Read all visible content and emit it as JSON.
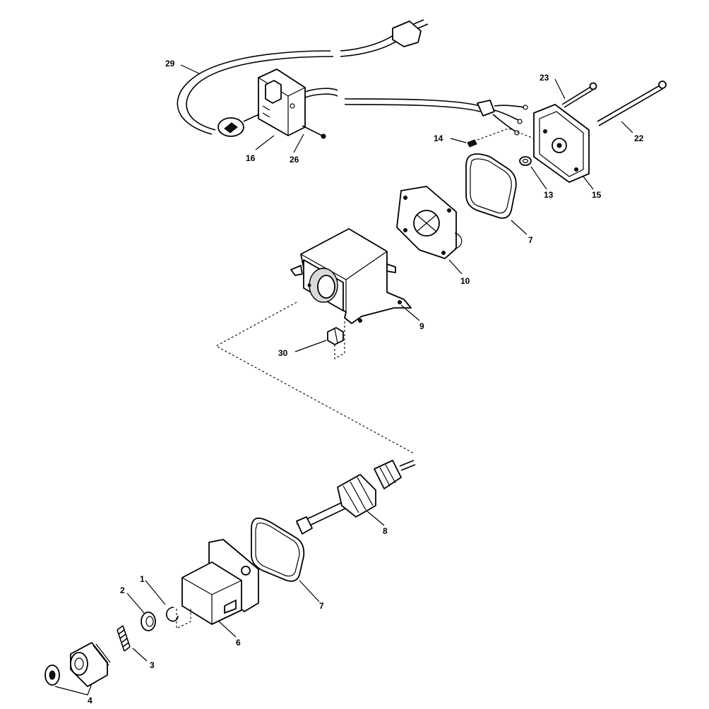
{
  "labels": {
    "p1": "1",
    "p2": "2",
    "p3": "3",
    "p4": "4",
    "p6": "6",
    "p7a": "7",
    "p7b": "7",
    "p8": "8",
    "p9": "9",
    "p10": "10",
    "p13": "13",
    "p14": "14",
    "p15": "15",
    "p16": "16",
    "p22": "22",
    "p23": "23",
    "p26": "26",
    "p29": "29",
    "p30": "30"
  }
}
